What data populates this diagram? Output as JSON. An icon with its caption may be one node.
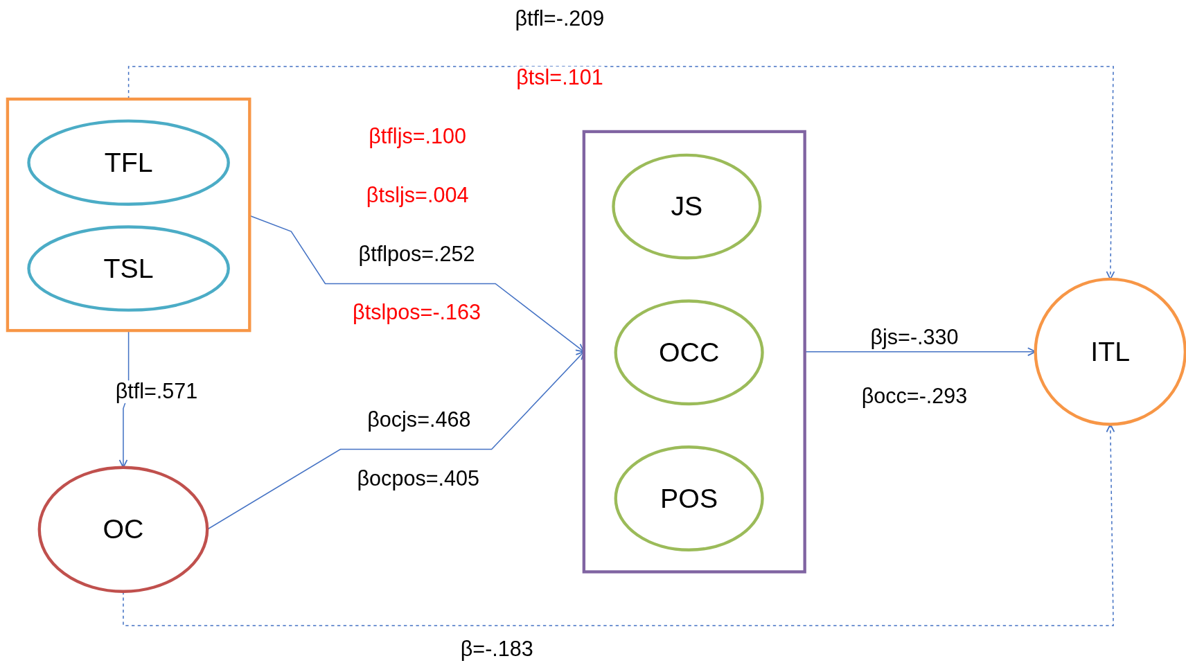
{
  "diagram": {
    "nodes": [
      {
        "text": [],
        "shape": "box"
      },
      {
        "text": [
          "TFL"
        ],
        "in": 0
      },
      {
        "text": [
          "TSL"
        ],
        "in": 0
      },
      {
        "text": [
          "OC"
        ]
      },
      {
        "text": [],
        "shape": "box"
      },
      {
        "text": [
          "JS"
        ],
        "in": 4
      },
      {
        "text": [
          "OCC"
        ],
        "in": 4
      },
      {
        "text": [
          "POS"
        ],
        "in": 4
      },
      {
        "text": [
          "ITL"
        ]
      }
    ],
    "edges": [
      {
        "from": 0,
        "to": 8,
        "arrow": "to",
        "label": "βtsl=.101",
        "style": "dashed"
      },
      {
        "from": 0,
        "to": 3,
        "arrow": "to",
        "label": "βtfl=.571"
      },
      {
        "from": 0,
        "to": 4,
        "arrow": "to"
      },
      {
        "from": 3,
        "to": 4,
        "arrow": "to"
      },
      {
        "from": 4,
        "to": 8,
        "arrow": "to"
      },
      {
        "from": 3,
        "to": 8,
        "arrow": "to",
        "label": "β=-.183",
        "style": "dashed"
      }
    ],
    "labels": [
      "βtfl=-.209",
      "βtfljs=.100",
      "βtsljs=.004",
      "βtflpos=.252",
      "βtslpos=-.163",
      "βocjs=.468",
      "βocpos=.405",
      "βjs=-.330",
      "βocc=-.293"
    ]
  }
}
